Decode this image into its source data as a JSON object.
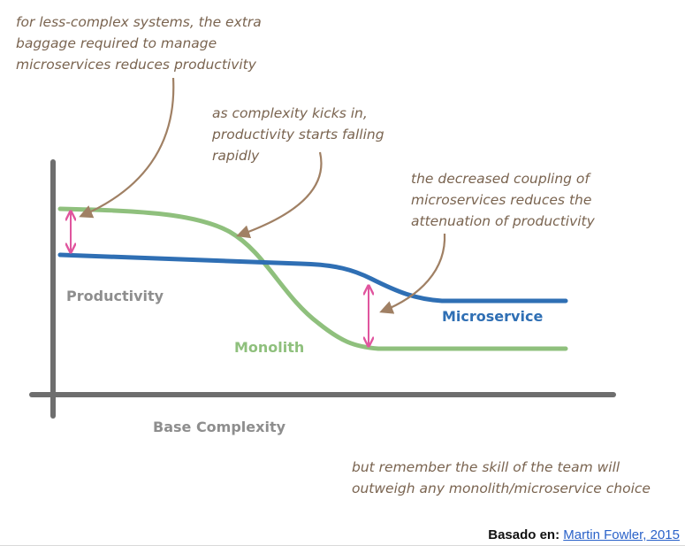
{
  "annotations": {
    "less_complex": "for less-complex systems, the extra\nbaggage required to manage\nmicroservices reduces productivity",
    "complexity_kicks_in": "as complexity kicks in,\nproductivity starts falling\nrapidly",
    "decreased_coupling": "the decreased coupling of\nmicroservices reduces the\nattenuation of productivity",
    "remember_skill": "but remember the skill of the team will\noutweigh any monolith/microservice choice"
  },
  "axes": {
    "y_label": "Productivity",
    "x_label": "Base Complexity"
  },
  "series": {
    "monolith": {
      "label": "Monolith",
      "color": "#8fc07d"
    },
    "microservice": {
      "label": "Microservice",
      "color": "#2f6fb4"
    }
  },
  "colors": {
    "axis": "#6e6e6e",
    "annotation_arrow": "#a08064",
    "gap_arrow": "#e0559e",
    "annotation_text": "#7a6450"
  },
  "footer": {
    "prefix": "Basado en:",
    "link_text": "Martin Fowler, 2015"
  }
}
